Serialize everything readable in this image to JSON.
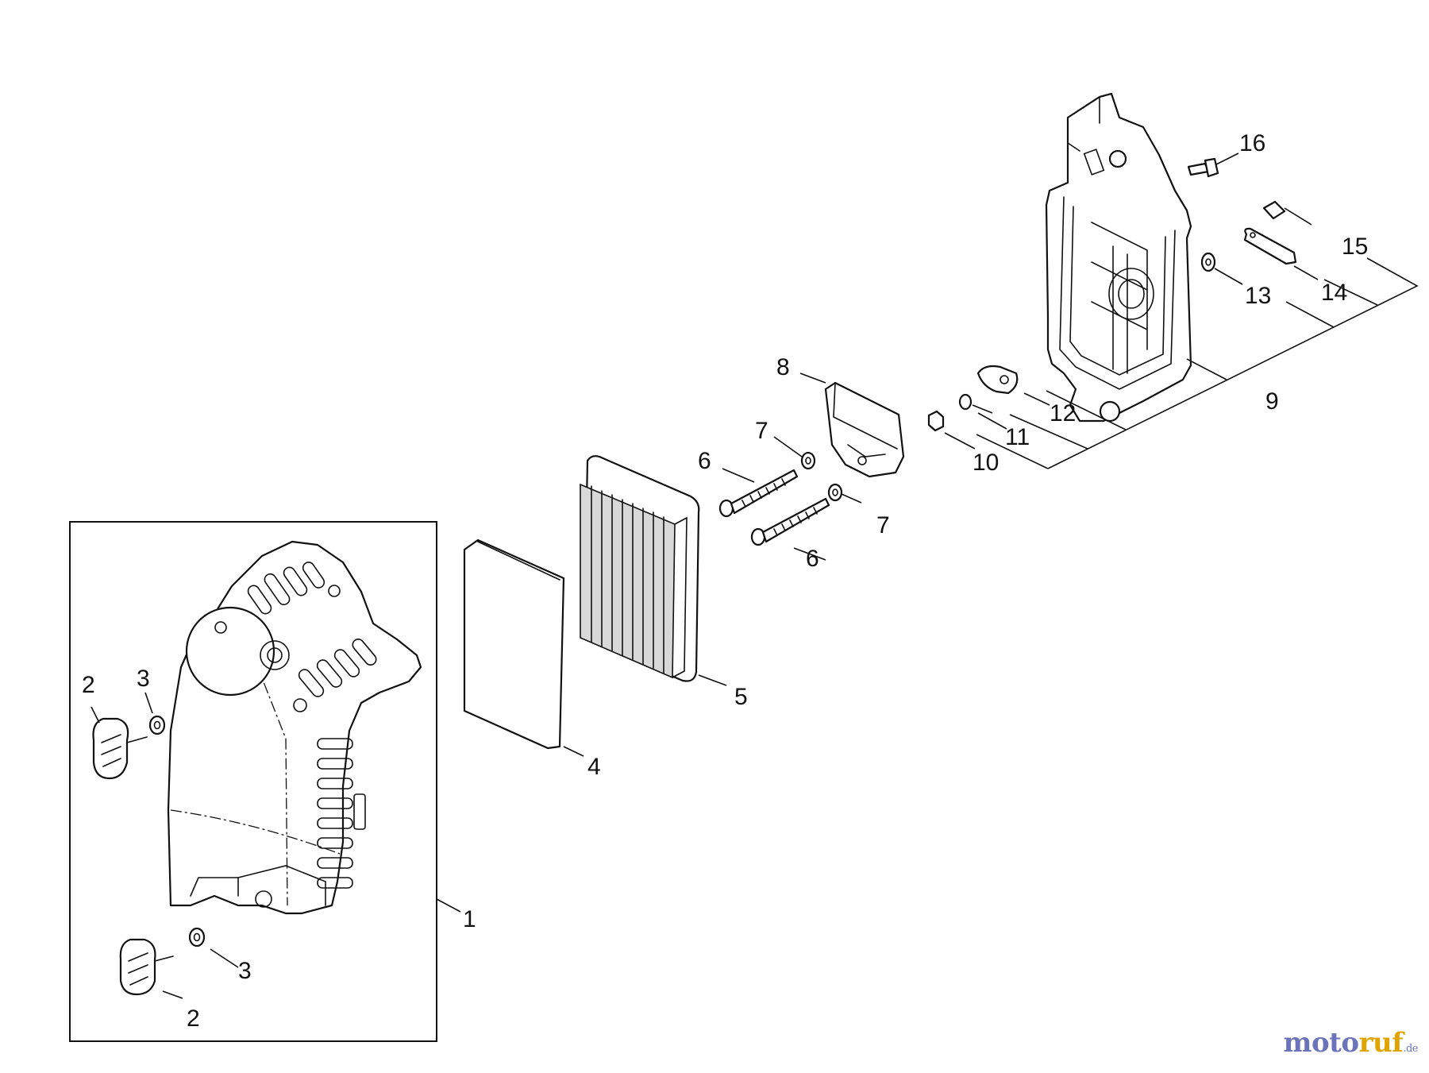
{
  "diagram": {
    "callouts": [
      {
        "id": "c1",
        "text": "1"
      },
      {
        "id": "c2a",
        "text": "2"
      },
      {
        "id": "c2b",
        "text": "2"
      },
      {
        "id": "c3a",
        "text": "3"
      },
      {
        "id": "c3b",
        "text": "3"
      },
      {
        "id": "c4",
        "text": "4"
      },
      {
        "id": "c5",
        "text": "5"
      },
      {
        "id": "c6a",
        "text": "6"
      },
      {
        "id": "c6b",
        "text": "6"
      },
      {
        "id": "c7a",
        "text": "7"
      },
      {
        "id": "c7b",
        "text": "7"
      },
      {
        "id": "c8",
        "text": "8"
      },
      {
        "id": "c9",
        "text": "9"
      },
      {
        "id": "c10",
        "text": "10"
      },
      {
        "id": "c11",
        "text": "11"
      },
      {
        "id": "c12",
        "text": "12"
      },
      {
        "id": "c13",
        "text": "13"
      },
      {
        "id": "c14",
        "text": "14"
      },
      {
        "id": "c15",
        "text": "15"
      },
      {
        "id": "c16",
        "text": "16"
      }
    ]
  },
  "watermark": {
    "part1": "moto",
    "part2": "ruf",
    "suffix": ".de"
  }
}
